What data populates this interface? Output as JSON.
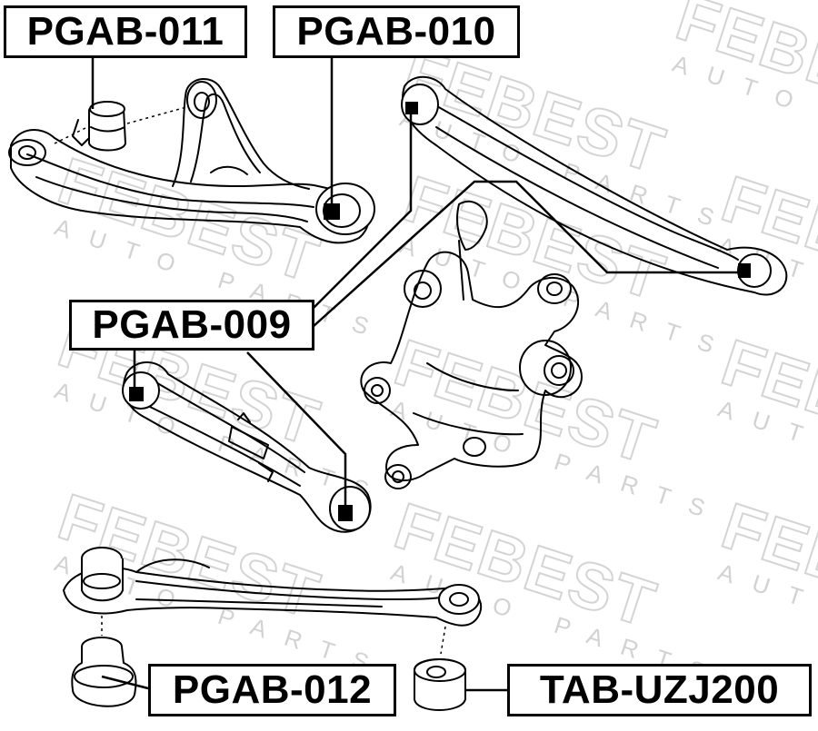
{
  "labels": {
    "pgab_011": "PGAB-011",
    "pgab_010": "PGAB-010",
    "pgab_009": "PGAB-009",
    "pgab_012": "PGAB-012",
    "tab_uzj200": "TAB-UZJ200"
  },
  "watermark": {
    "brand": "FEBEST",
    "sub": "AUTO PARTS",
    "color": "#d4d4d4"
  },
  "colors": {
    "ink": "#000000",
    "background": "#ffffff"
  }
}
